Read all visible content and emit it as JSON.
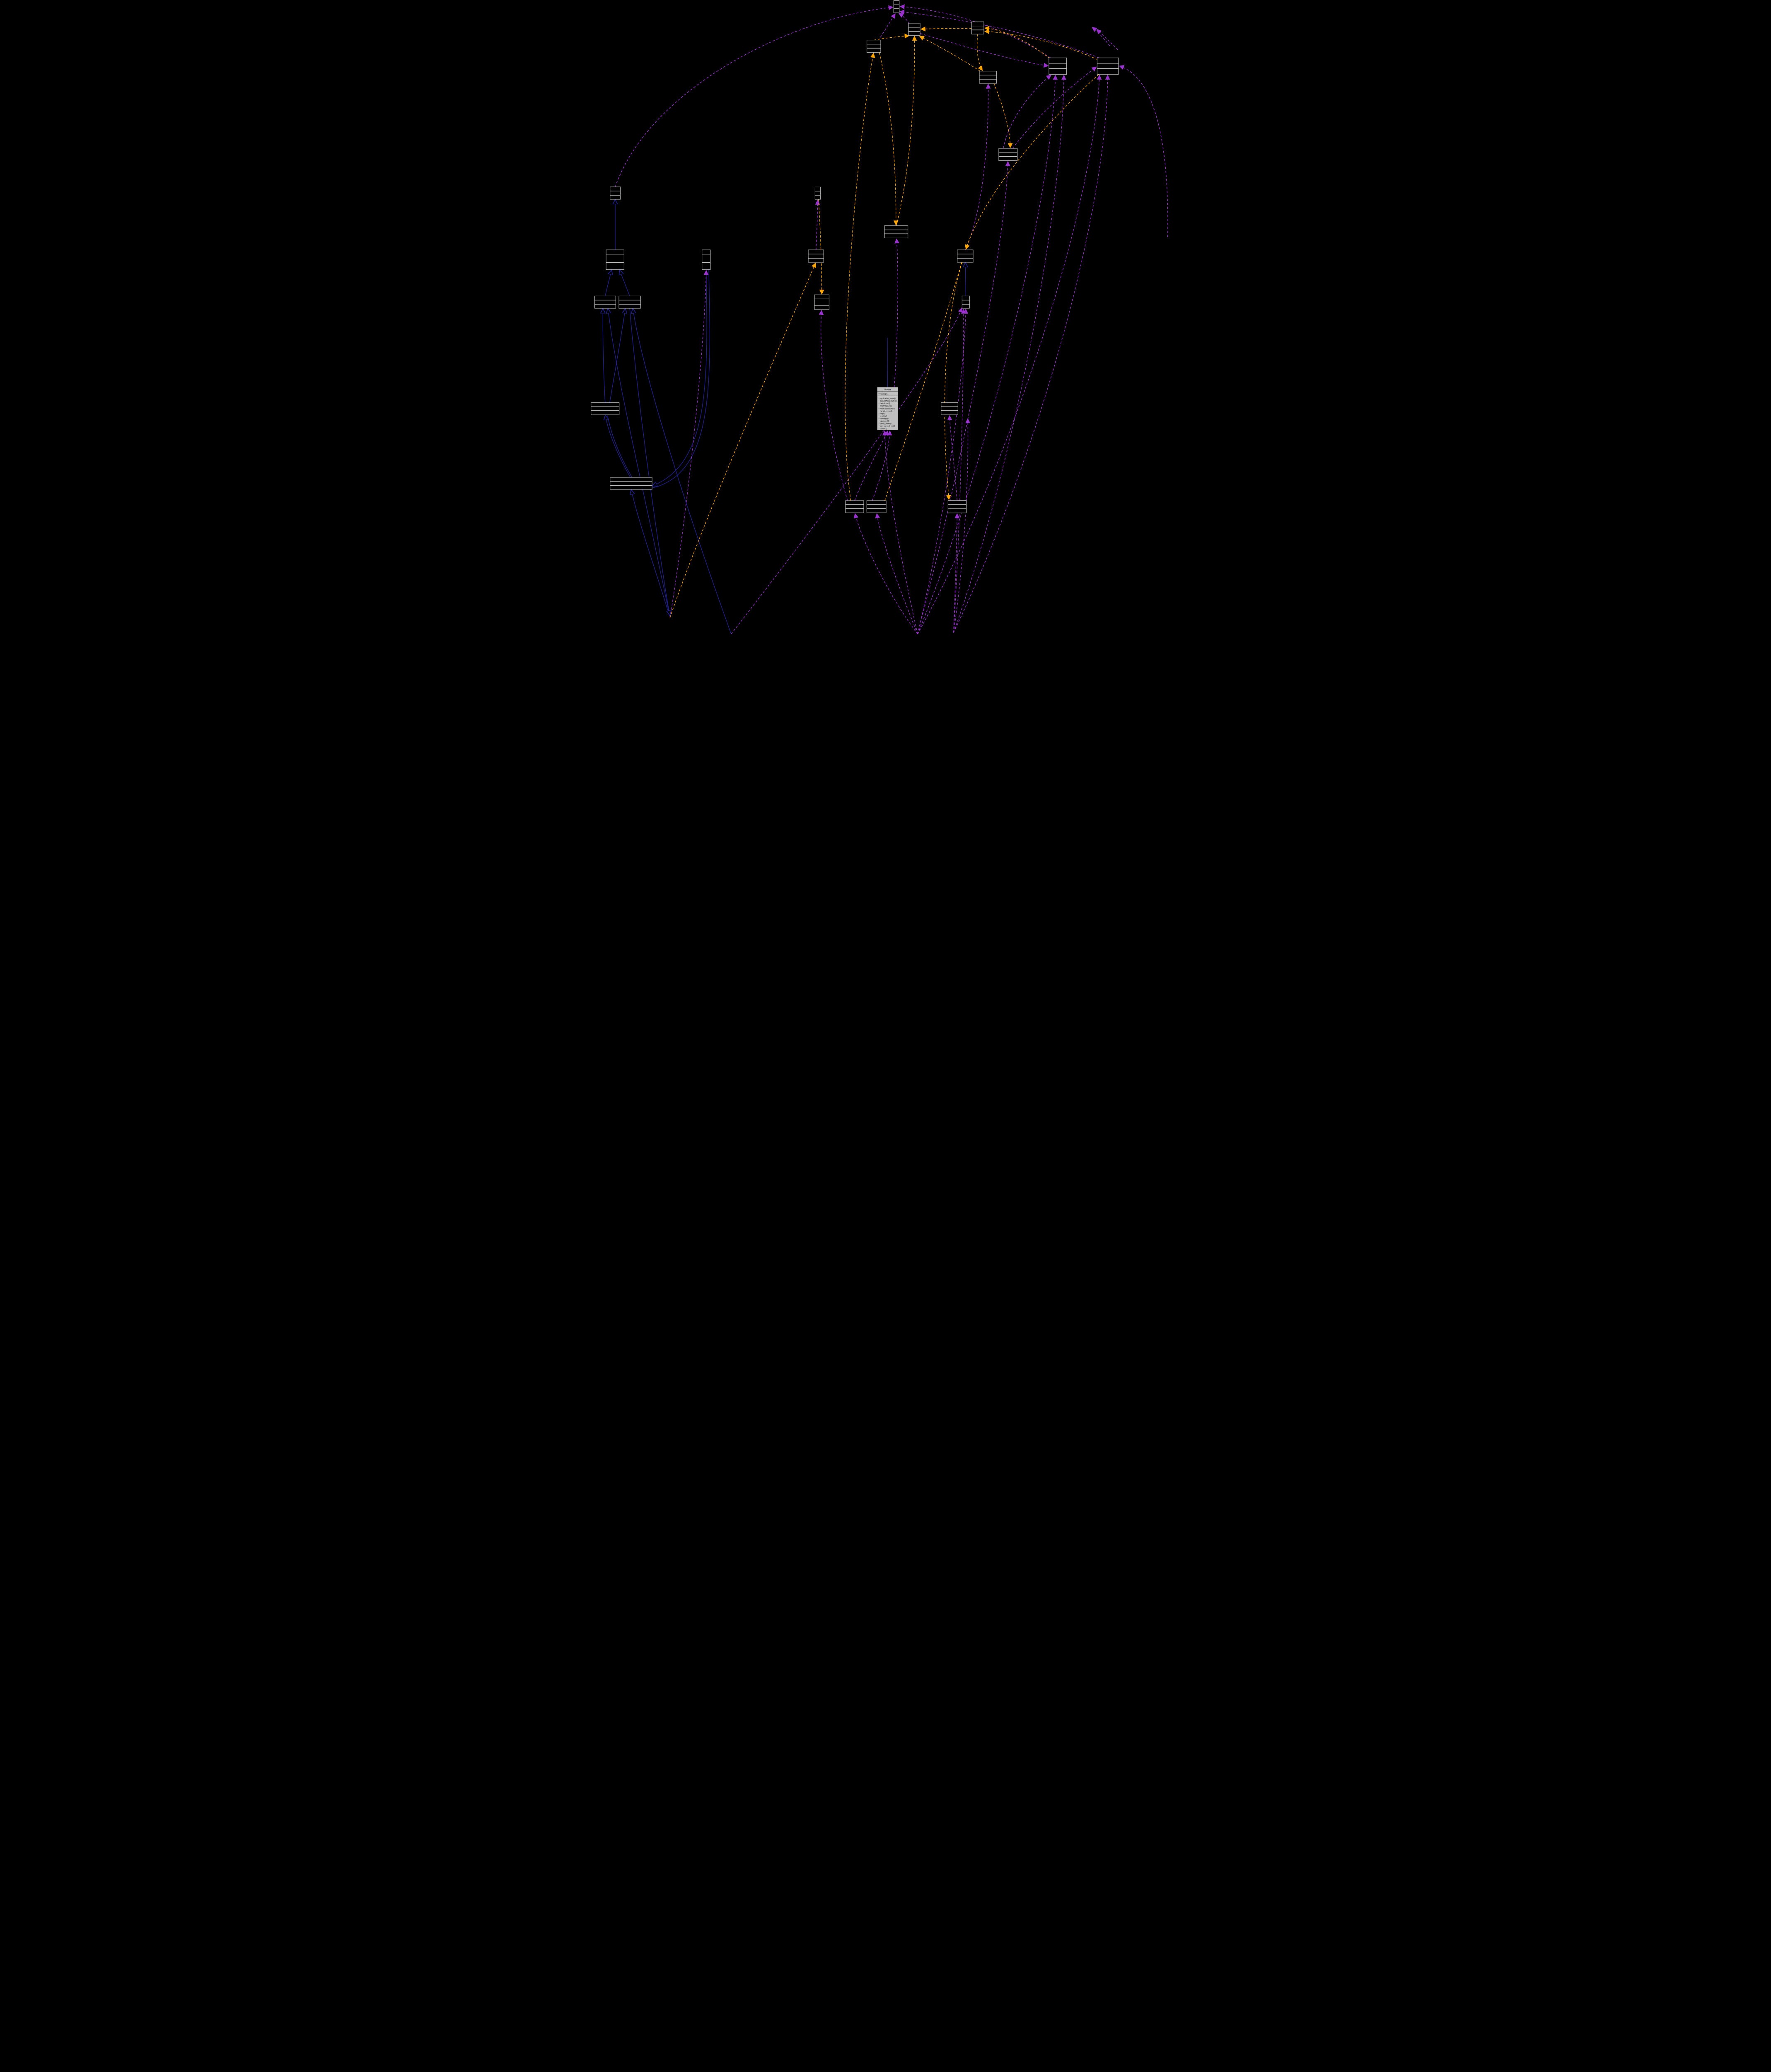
{
  "page": {
    "background": "#000000"
  },
  "graph": {
    "kind": "collaboration-diagram",
    "unlabeled_node_count": 25,
    "selected_node": {
      "title": "Viewer",
      "attributes": [
        "# manager_"
      ],
      "methods": [
        "+ application_name()",
        "+ commitPasteBuffer()",
        "+ description()",
        "+ fetchAllLines()",
        "+ fetchPasteBuffer()",
        "+ handle_event()",
        "+ help()",
        "+ is_dirty()",
        "+ manager()",
        "+ operator()()",
        "+ paste_buffer()",
        "+ set_row_col_hint()",
        "+ Viewer()"
      ]
    },
    "colors": {
      "node_border": "#c4c4c4",
      "node_fill": "#000000",
      "selected_node_fill": "#bfbfbf",
      "selected_node_border": "#6e6e6e",
      "selected_node_text": "#000000",
      "inheritance_edge": "#21218f",
      "usage_edge": "#9a32cd",
      "template_edge": "#ffa500"
    }
  }
}
